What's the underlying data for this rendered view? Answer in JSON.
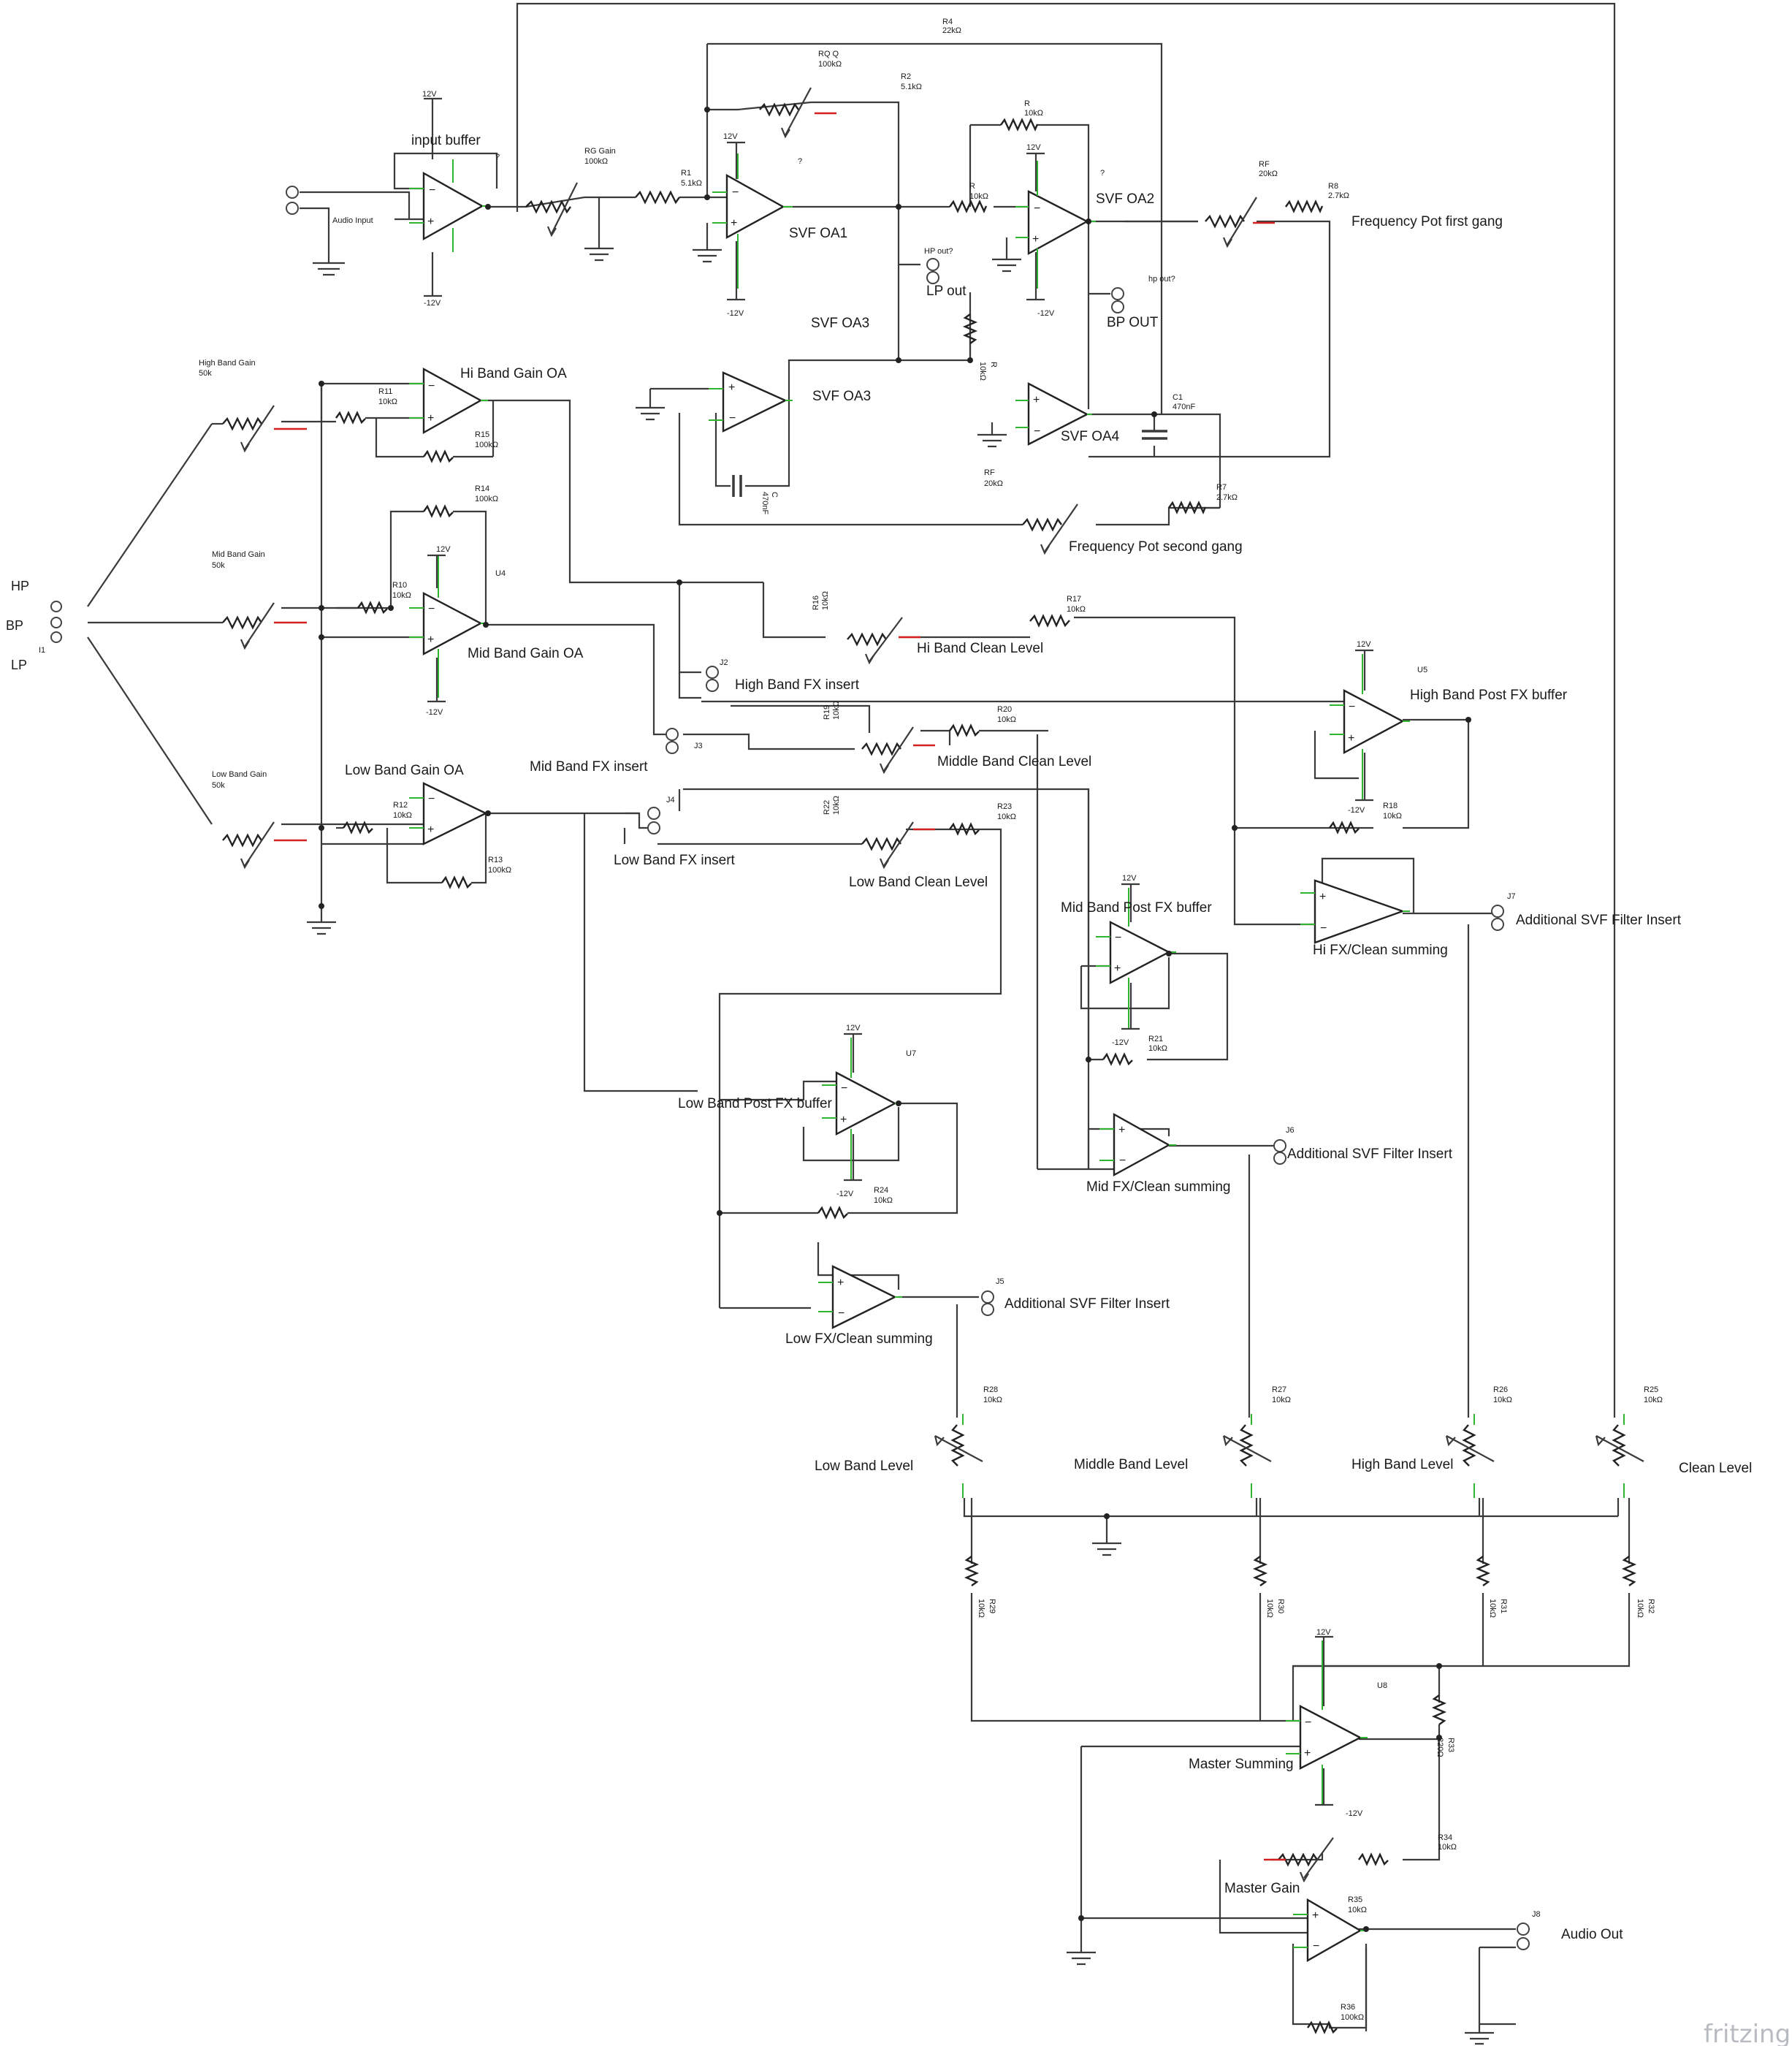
{
  "title": "",
  "brand": "fritzing",
  "input": {
    "jack_label": "Audio Input",
    "buffer_label": "input buffer",
    "buffer_q": "?",
    "rg_name": "RG Gain",
    "rg_value": "100kΩ",
    "r1_name": "R1",
    "r1_value": "5.1kΩ"
  },
  "supply": {
    "pos": "12V",
    "neg": "-12V"
  },
  "svf": {
    "r4_name": "R4",
    "r4_value": "22kΩ",
    "rqq_name": "RQ Q",
    "rqq_value": "100kΩ",
    "r2_name": "R2",
    "r2_value": "5.1kΩ",
    "r_top_name": "R",
    "r_top_value": "10kΩ",
    "r_mid_name": "R",
    "r_mid_value": "10kΩ",
    "q1": "?",
    "q2": "?",
    "oa1": "SVF OA1",
    "oa2": "SVF OA2",
    "oa3_label_a": "SVF OA3",
    "oa3_label_b": "SVF OA3",
    "oa4": "SVF OA4",
    "hp_out_q": "HP out?",
    "lp_out": "LP out",
    "hp_out_q2": "hp out?",
    "bp_out": "BP OUT",
    "rf1_name": "RF",
    "rf1_value": "20kΩ",
    "r8_name": "R8",
    "r8_value": "2.7kΩ",
    "freq_first": "Frequency Pot first gang",
    "r_vert_name": "R",
    "r_vert_value": "10kΩ",
    "c1_name": "C1",
    "c1_value": "470nF",
    "c_name": "C",
    "c_value": "470nF",
    "rf2_name": "RF",
    "rf2_value": "20kΩ",
    "r7_name": "R7",
    "r7_value": "2.7kΩ",
    "freq_second": "Frequency Pot second gang"
  },
  "selector": {
    "hp": "HP",
    "bp": "BP",
    "lp": "LP",
    "ref": "I1"
  },
  "gains": {
    "high_pot": "High Band Gain",
    "high_val": "50k",
    "mid_pot": "Mid Band Gain",
    "mid_val": "50k",
    "low_pot": "Low Band Gain",
    "low_val": "50k",
    "hi_oa": "Hi Band Gain OA",
    "mid_oa": "Mid Band Gain OA",
    "low_oa": "Low Band Gain OA",
    "u4": "U4",
    "r11_name": "R11",
    "r11_value": "10kΩ",
    "r15_name": "R15",
    "r15_value": "100kΩ",
    "r14_name": "R14",
    "r14_value": "100kΩ",
    "r10_name": "R10",
    "r10_value": "10kΩ",
    "r12_name": "R12",
    "r12_value": "10kΩ",
    "r13_name": "R13",
    "r13_value": "100kΩ"
  },
  "bands": {
    "j2": "J2",
    "j3": "J3",
    "j4": "J4",
    "high_fx": "High Band FX insert",
    "mid_fx": "Mid Band FX insert",
    "low_fx": "Low Band FX insert",
    "r16_name": "R16",
    "r16_value": "10kΩ",
    "r17_name": "R17",
    "r17_value": "10kΩ",
    "hi_clean": "Hi Band Clean Level",
    "r19_name": "R19",
    "r19_value": "10kΩ",
    "r20_name": "R20",
    "r20_value": "10kΩ",
    "mid_clean": "Middle Band Clean Level",
    "r22_name": "R22",
    "r22_value": "10kΩ",
    "r23_name": "R23",
    "r23_value": "10kΩ",
    "low_clean": "Low Band Clean Level"
  },
  "post": {
    "u5": "U5",
    "high_post": "High Band Post FX buffer",
    "r18_name": "R18",
    "r18_value": "10kΩ",
    "hi_sum": "Hi FX/Clean summing",
    "j7": "J7",
    "add1": "Additional SVF Filter Insert",
    "mid_post": "Mid Band Post FX buffer",
    "r21_name": "R21",
    "r21_value": "10kΩ",
    "mid_sum": "Mid FX/Clean summing",
    "j6": "J6",
    "add2": "Additional SVF Filter Insert",
    "u7": "U7",
    "low_post": "Low Band Post FX buffer",
    "r24_name": "R24",
    "r24_value": "10kΩ",
    "low_sum": "Low FX/Clean summing",
    "j5": "J5",
    "add3": "Additional SVF Filter Insert"
  },
  "levels": {
    "r28_name": "R28",
    "r28_value": "10kΩ",
    "low_level": "Low Band Level",
    "r27_name": "R27",
    "r27_value": "10kΩ",
    "mid_level": "Middle Band Level",
    "r26_name": "R26",
    "r26_value": "10kΩ",
    "high_level": "High Band Level",
    "r25_name": "R25",
    "r25_value": "10kΩ",
    "clean_level": "Clean Level",
    "r29_name": "R29",
    "r29_value": "10kΩ",
    "r30_name": "R30",
    "r30_value": "10kΩ",
    "r31_name": "R31",
    "r31_value": "10kΩ",
    "r32_name": "R32",
    "r32_value": "10kΩ"
  },
  "master": {
    "u8": "U8",
    "r33_name": "R33",
    "r33_value": "220Ω",
    "master_sum": "Master Summing",
    "r34_name": "R34",
    "r34_value": "10kΩ",
    "master_gain": "Master Gain",
    "r35_name": "R35",
    "r35_value": "10kΩ",
    "r36_name": "R36",
    "r36_value": "100kΩ",
    "j8": "J8",
    "audio_out": "Audio Out"
  }
}
